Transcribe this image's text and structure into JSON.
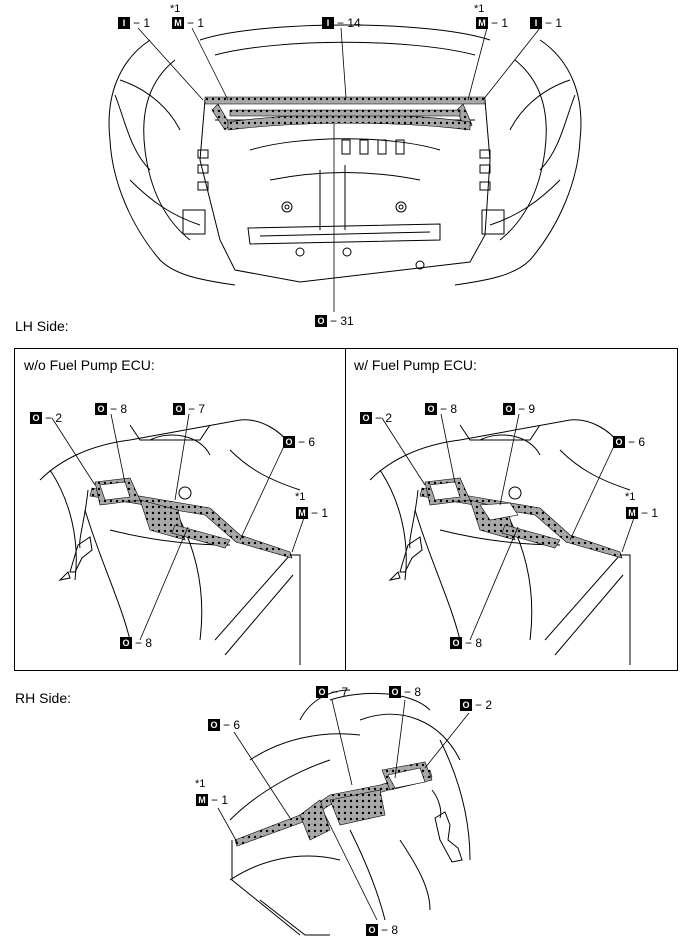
{
  "labels": {
    "lh_side": "LH Side:",
    "rh_side": "RH Side:",
    "panel_wo": "w/o Fuel Pump ECU:",
    "panel_w": "w/ Fuel Pump ECU:",
    "star": "*1"
  },
  "callouts": {
    "top_i1_left": {
      "letter": "I",
      "text": "− 1"
    },
    "top_m1_left": {
      "letter": "M",
      "text": "− 1"
    },
    "top_i14": {
      "letter": "I",
      "text": "− 14"
    },
    "top_m1_right": {
      "letter": "M",
      "text": "− 1"
    },
    "top_i1_right": {
      "letter": "I",
      "text": "− 1"
    },
    "top_o31": {
      "letter": "O",
      "text": "− 31"
    },
    "wo_o2": {
      "letter": "O",
      "text": "− 2"
    },
    "wo_o8_top": {
      "letter": "O",
      "text": "− 8"
    },
    "wo_o7": {
      "letter": "O",
      "text": "− 7"
    },
    "wo_o6": {
      "letter": "O",
      "text": "− 6"
    },
    "wo_m1": {
      "letter": "M",
      "text": "− 1"
    },
    "wo_o8_bottom": {
      "letter": "O",
      "text": "− 8"
    },
    "w_o2": {
      "letter": "O",
      "text": "− 2"
    },
    "w_o8_top": {
      "letter": "O",
      "text": "− 8"
    },
    "w_o9": {
      "letter": "O",
      "text": "− 9"
    },
    "w_o6": {
      "letter": "O",
      "text": "− 6"
    },
    "w_m1": {
      "letter": "M",
      "text": "− 1"
    },
    "w_o8_bottom": {
      "letter": "O",
      "text": "− 8"
    },
    "rh_o7": {
      "letter": "O",
      "text": "− 7"
    },
    "rh_o8_top": {
      "letter": "O",
      "text": "− 8"
    },
    "rh_o2": {
      "letter": "O",
      "text": "− 2"
    },
    "rh_o6": {
      "letter": "O",
      "text": "− 6"
    },
    "rh_m1": {
      "letter": "M",
      "text": "− 1"
    },
    "rh_o8_bottom": {
      "letter": "O",
      "text": "− 8"
    }
  }
}
